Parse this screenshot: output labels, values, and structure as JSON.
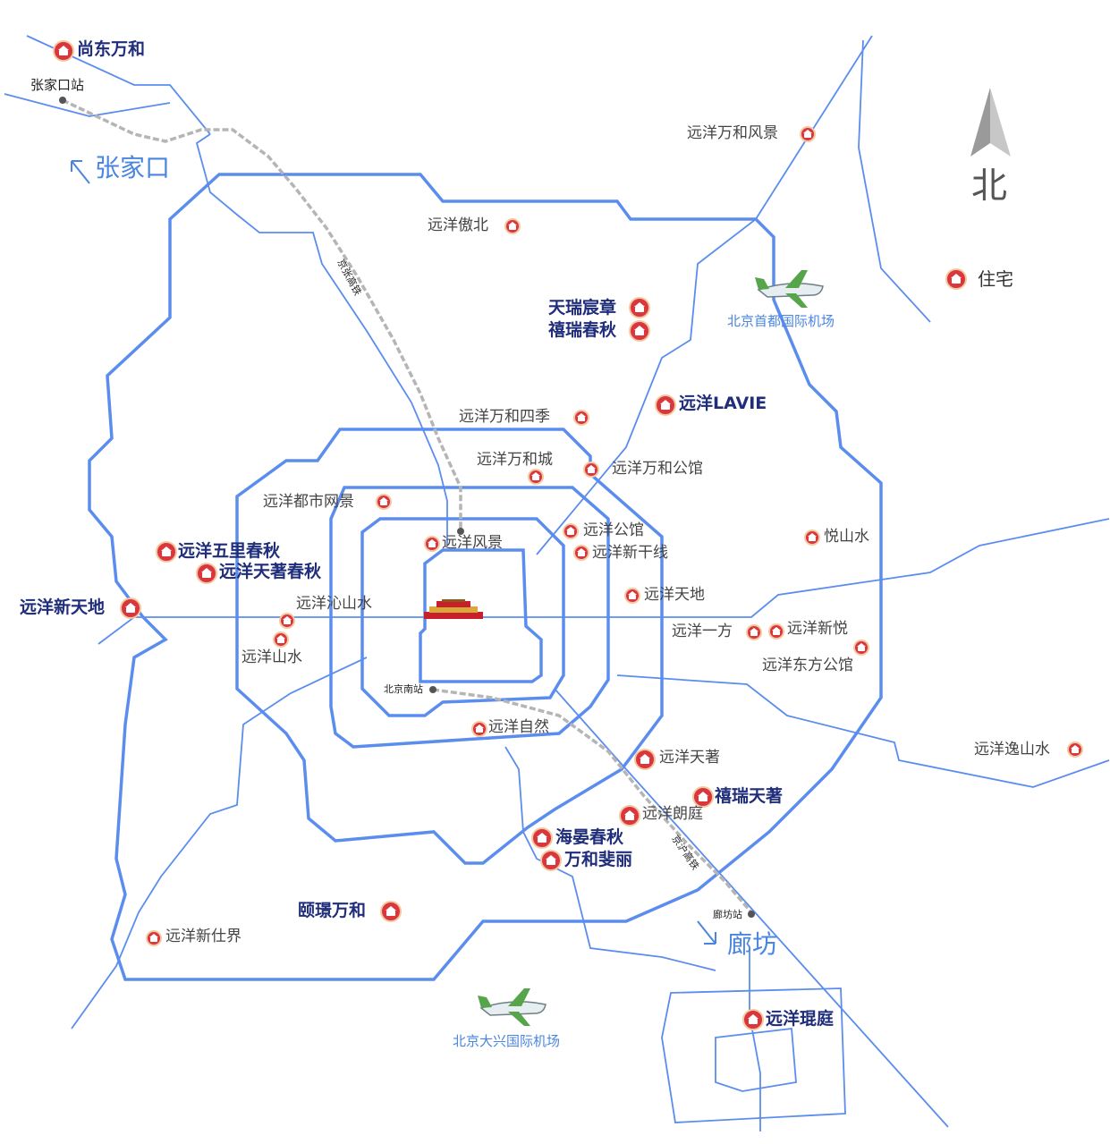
{
  "north_label": "北",
  "directions": {
    "zhangjiakou": "张家口",
    "langfang": "廊坊"
  },
  "airports": {
    "capital": "北京首都国际机场",
    "daxing": "北京大兴国际机场"
  },
  "rail": {
    "jingzhang": "京张高铁",
    "jinghu": "京沪高铁"
  },
  "stations": {
    "zhangjiakou": "张家口站",
    "beijing_south": "北京南站",
    "langfang": "廊坊站"
  },
  "legend": {
    "residential": "住宅"
  },
  "projects": {
    "shangdong_wanhe": "尚东万和",
    "wanhe_fengjing": "远洋万和风景",
    "aobei": "远洋傲北",
    "tianrui": "天瑞宸章",
    "xirui_chunqiu": "禧瑞春秋",
    "lavie": "远洋LAVIE",
    "wanhe_siji": "远洋万和四季",
    "wanhe_cheng": "远洋万和城",
    "wanhe_gongguan": "远洋万和公馆",
    "dushi_wangjing": "远洋都市网景",
    "gongguan": "远洋公馆",
    "xinganxian": "远洋新干线",
    "fengjing": "远洋风景",
    "wuli_chunqiu": "远洋五里春秋",
    "tianshu_chunqiu": "远洋天著春秋",
    "xintiandi": "远洋新天地",
    "qinshanshui": "远洋沁山水",
    "shanshui": "远洋山水",
    "yueshanshui": "悦山水",
    "tiandi": "远洋天地",
    "yifang": "远洋一方",
    "xinyue": "远洋新悦",
    "dongfang_gongguan": "远洋东方公馆",
    "yishanshui": "远洋逸山水",
    "ziran": "远洋自然",
    "tianzhu": "远洋天著",
    "xirui_tianzhu": "禧瑞天著",
    "langting": "远洋朗庭",
    "haiyan_chunqiu": "海晏春秋",
    "wanhe_feili": "万和斐丽",
    "yijing_wanhe": "颐璟万和",
    "xinshijie": "远洋新仕界",
    "xiting": "远洋琨庭"
  }
}
